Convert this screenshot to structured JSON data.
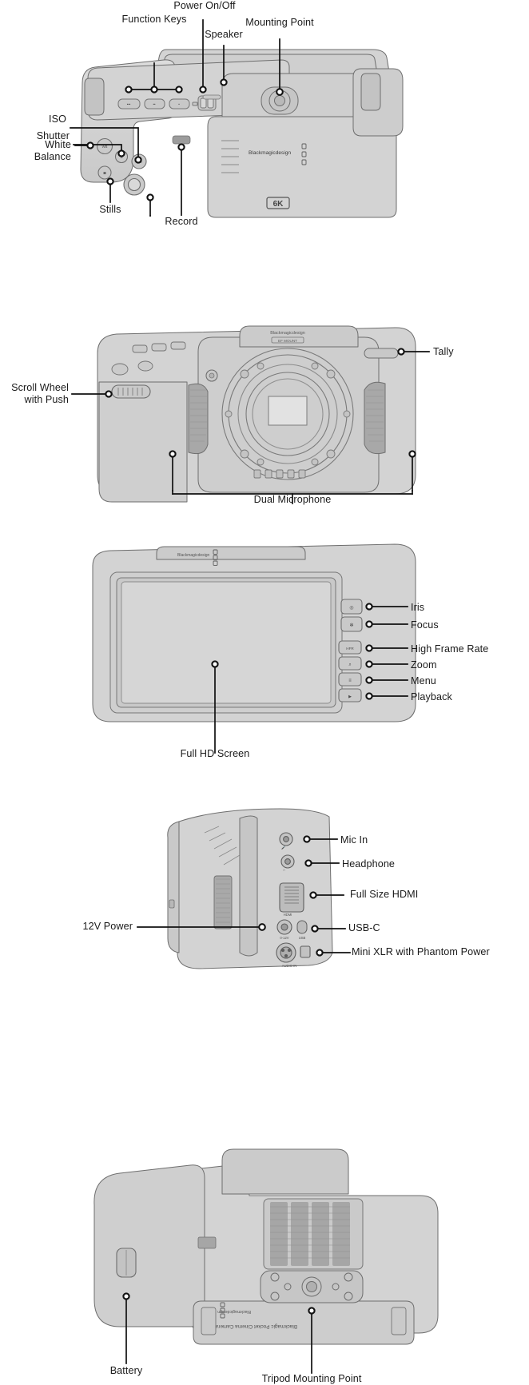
{
  "document": {
    "title": "Blackmagic Pocket Cinema Camera 6K",
    "type": "product-callout-diagram",
    "background_color": "#ffffff",
    "line_color": "#111111",
    "body_fill": "#d2d2d2",
    "body_stroke": "#6b6b6b",
    "views": [
      {
        "id": "top-front-angle",
        "callouts": [
          "Function Keys",
          "Power On/Off",
          "Speaker",
          "Mounting Point",
          "ISO",
          "Shutter",
          "White Balance",
          "Stills",
          "Record"
        ]
      },
      {
        "id": "front",
        "callouts": [
          "Scroll Wheel with Push",
          "Tally",
          "Dual Microphone"
        ]
      },
      {
        "id": "rear",
        "callouts": [
          "Iris",
          "Focus",
          "High Frame Rate",
          "Zoom",
          "Menu",
          "Playback",
          "Full HD Screen"
        ]
      },
      {
        "id": "side-connectors",
        "callouts": [
          "Mic In",
          "Headphone",
          "Full Size HDMI",
          "12V Power",
          "USB-C",
          "Mini XLR with Phantom Power"
        ]
      },
      {
        "id": "bottom",
        "callouts": [
          "Battery",
          "Tripod Mounting Point"
        ]
      }
    ]
  },
  "view_top": {
    "labels": {
      "function_keys": "Function Keys",
      "power_on_off": "Power On/Off",
      "speaker": "Speaker",
      "mounting_point": "Mounting Point",
      "iso": "ISO",
      "shutter": "Shutter",
      "white": "White",
      "balance": "Balance",
      "stills": "Stills",
      "record": "Record"
    },
    "body_text": {
      "brand": "Blackmagicdesign",
      "model_badge": "6K"
    },
    "button_glyphs": {
      "f1": "•••",
      "f2": "••",
      "f3": "•",
      "wb": "WB",
      "shutter": "S",
      "iso": "ISO"
    }
  },
  "view_front": {
    "labels": {
      "scroll_wheel_line1": "Scroll Wheel",
      "scroll_wheel_line2": "with Push",
      "tally": "Tally",
      "dual_microphone": "Dual Microphone"
    },
    "body_text": {
      "brand": "Blackmagicdesign",
      "mount": "EF MOUNT"
    }
  },
  "view_rear": {
    "labels": {
      "iris": "Iris",
      "focus": "Focus",
      "high_frame_rate": "High Frame Rate",
      "zoom": "Zoom",
      "menu": "Menu",
      "playback": "Playback",
      "full_hd_screen": "Full HD Screen"
    },
    "body_text": {
      "brand": "Blackmagicdesign"
    },
    "button_glyphs": {
      "iris": "◎",
      "focus": "✻",
      "hfr": "HFR",
      "zoom": "⌕",
      "menu": "≡",
      "playback": "▶"
    }
  },
  "view_side": {
    "labels": {
      "mic_in": "Mic In",
      "headphone": "Headphone",
      "full_size_hdmi": "Full Size HDMI",
      "power_12v": "12V Power",
      "usb_c": "USB-C",
      "mini_xlr": "Mini XLR with Phantom Power"
    },
    "port_markings": {
      "hdmi": "HDMI",
      "power": "0-12V",
      "usb": "USB",
      "audio": "AUDIO IN",
      "mic_icon": "mic",
      "headphone_icon": "headphone"
    }
  },
  "view_bottom": {
    "labels": {
      "battery": "Battery",
      "tripod_mounting_point": "Tripod Mounting Point"
    },
    "body_text": {
      "brand": "Blackmagicdesign",
      "model_line": "Blackmagic Pocket Cinema Camera 6K"
    }
  }
}
